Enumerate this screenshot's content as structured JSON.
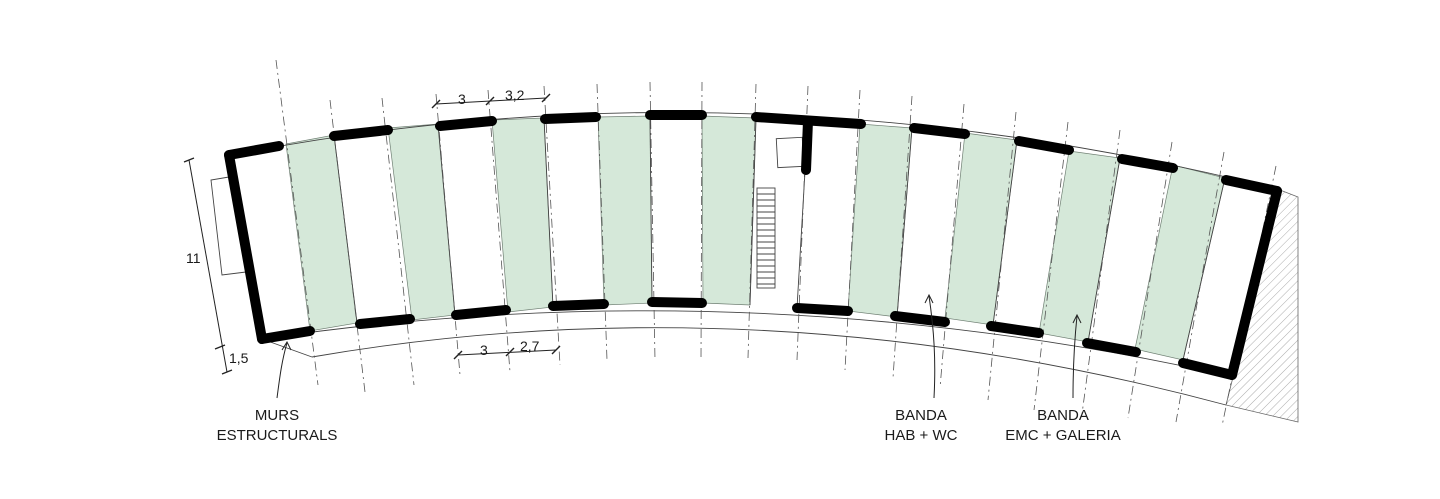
{
  "labels": {
    "structural_walls": [
      "MURS",
      "ESTRUCTURALS"
    ],
    "band_rooms": [
      "BANDA",
      "HAB + WC"
    ],
    "band_galleries": [
      "BANDA",
      "EMC + GALERIA"
    ]
  },
  "dimensions": {
    "top_a": "3",
    "top_b": "3,2",
    "bottom_a": "3",
    "bottom_b": "2,7",
    "depth": "11",
    "gallery": "1,5"
  },
  "colors": {
    "green_band": "#d5e8d9",
    "walls": "#000000",
    "hatch": "#888888"
  }
}
